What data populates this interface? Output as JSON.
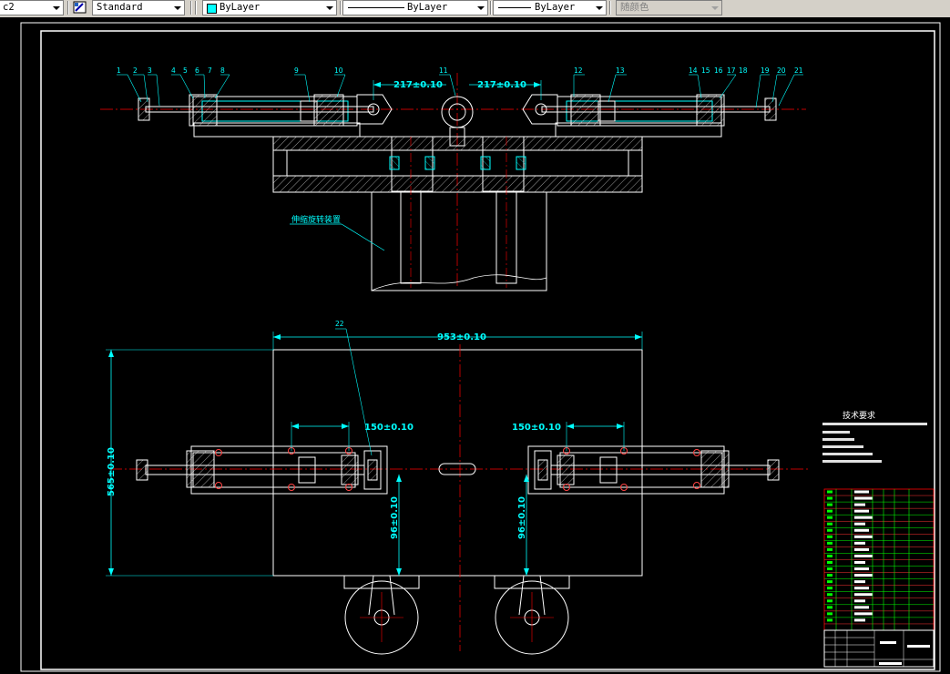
{
  "toolbar": {
    "layer_fragment": "c2",
    "text_style": "Standard",
    "layer": "ByLayer",
    "linetype": "ByLayer",
    "lineweight": "ByLayer",
    "plot_color": "随颜色"
  },
  "drawing": {
    "balloons": [
      "1",
      "2",
      "3",
      "4",
      "5",
      "6",
      "7",
      "8",
      "9",
      "10",
      "11",
      "12",
      "13",
      "14",
      "15",
      "16",
      "17",
      "18",
      "19",
      "20",
      "21",
      "22"
    ],
    "dim_217_left": "217±0.10",
    "dim_217_right": "217±0.10",
    "dim_953": "953±0.10",
    "dim_150_left": "150±0.10",
    "dim_150_right": "150±0.10",
    "dim_565": "565±0.10",
    "dim_96_left": "96±0.10",
    "dim_96_right": "96±0.10",
    "callout_label": "伸缩旋转装置",
    "tech_title": "技术要求"
  },
  "colors": {
    "outline": "#ffffff",
    "part": "#00ffff",
    "centerline": "#ff0000",
    "hatch": "#00ff00",
    "background": "#000000"
  }
}
